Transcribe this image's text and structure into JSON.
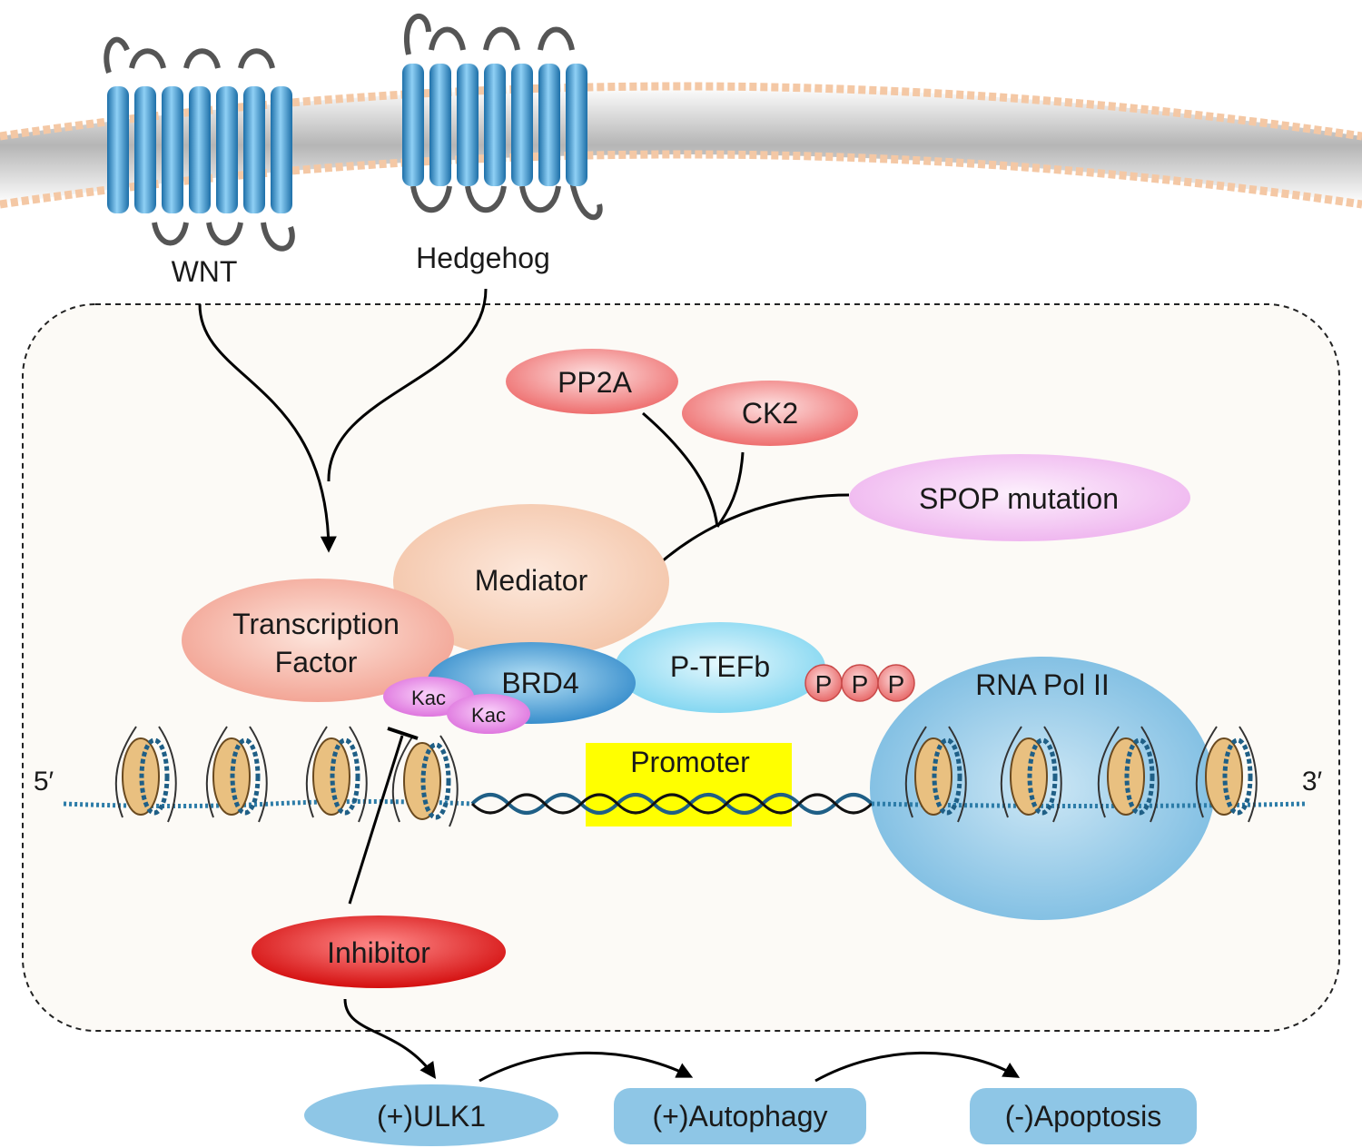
{
  "receptors": {
    "wnt": "WNT",
    "hedgehog": "Hedgehog"
  },
  "regulators": {
    "pp2a": "PP2A",
    "ck2": "CK2",
    "spop": "SPOP mutation"
  },
  "complex": {
    "mediator": "Mediator",
    "tf_line1": "Transcription",
    "tf_line2": "Factor",
    "brd4": "BRD4",
    "ptefb": "P-TEFb",
    "kac": "Kac",
    "phospho": "P",
    "rnapol": "RNA Pol II"
  },
  "dna": {
    "promoter": "Promoter",
    "five_prime": "5′",
    "three_prime": "3′"
  },
  "inhibitor": "Inhibitor",
  "outcomes": {
    "ulk1": "(+)ULK1",
    "autophagy": "(+)Autophagy",
    "apoptosis": "(-)Apoptosis"
  },
  "colors": {
    "receptor": "#3a9bd6",
    "regulator": "#f08080",
    "spop": "#f4c6f4",
    "mediator": "#f7d2bc",
    "brd4": "#3a8ed0",
    "ptefb": "#9ee3f7",
    "kac": "#e67de6",
    "rnapol": "#8ec6e6",
    "promoter": "#ffff00",
    "inhibitor": "#e41a1a",
    "outcome": "#8ec6e6"
  }
}
